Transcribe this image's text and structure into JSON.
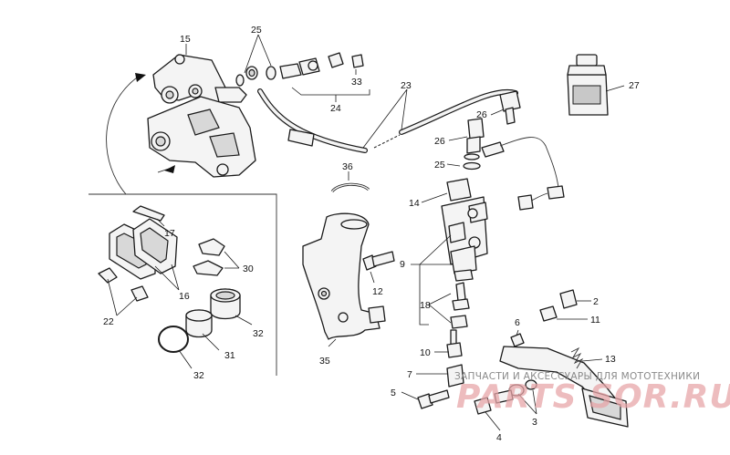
{
  "callouts": {
    "c15": "15",
    "c25a": "25",
    "c33": "33",
    "c24": "24",
    "c23": "23",
    "c27": "27",
    "c26a": "26",
    "c26b": "26",
    "c25b": "25",
    "c14": "14",
    "c36": "36",
    "c17": "17",
    "c30": "30",
    "c16": "16",
    "c22": "22",
    "c32a": "32",
    "c31": "31",
    "c32b": "32",
    "c9": "9",
    "c12": "12",
    "c18": "18",
    "c2": "2",
    "c11": "11",
    "c35": "35",
    "c6": "6",
    "c10": "10",
    "c13": "13",
    "c7": "7",
    "c5": "5",
    "c4": "4",
    "c3": "3"
  },
  "watermark": {
    "tagline": "ЗАПЧАСТИ И АКСЕССУАРЫ ДЛЯ МОТОТЕХНИКИ",
    "brand": "PARTS SOR.RU"
  }
}
